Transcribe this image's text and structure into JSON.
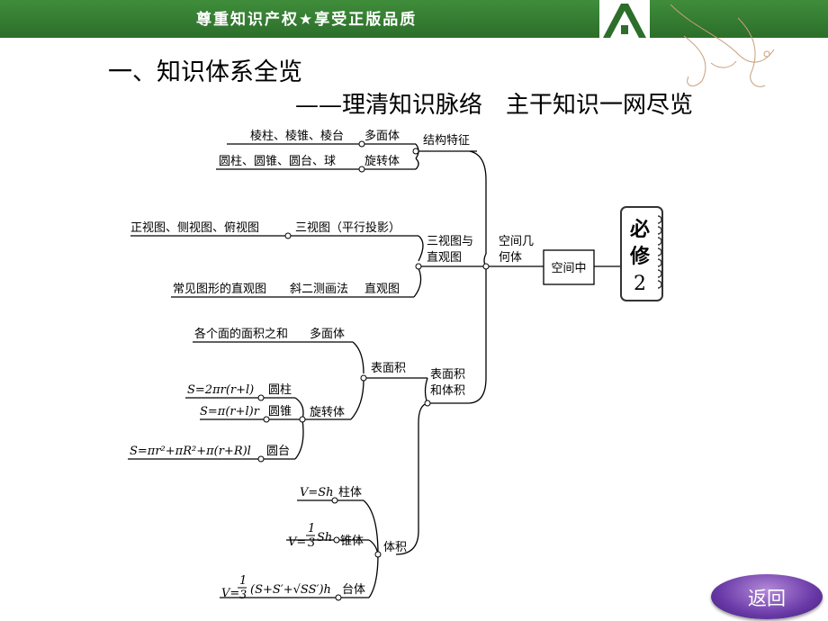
{
  "banner": {
    "text": "尊重知识产权★享受正版品质",
    "color": "#3a8a36"
  },
  "heading": "一、知识体系全览",
  "subheading": "——理清知识脉络　主干知识一网尽览",
  "book": {
    "chars": [
      "必",
      "修",
      "2"
    ]
  },
  "mindmap": {
    "root": "空间中",
    "geometry": {
      "label_l1": "空间几",
      "label_l2": "何体"
    },
    "structure": {
      "label": "结构特征",
      "polyhedra_label": "棱柱、棱锥、棱台",
      "polyhedra": "多面体",
      "rotational_label": "圆柱、圆锥、圆台、球",
      "rotational": "旋转体"
    },
    "views": {
      "label_l1": "三视图与",
      "label_l2": "直观图",
      "three_views_detail": "正视图、侧视图、俯视图",
      "three_views": "三视图（平行投影）",
      "intuitive_detail": "常见图形的直观图",
      "oblique": "斜二测画法",
      "intuitive": "直观图"
    },
    "area_volume": {
      "label_l1": "表面积",
      "label_l2": "和体积"
    },
    "surface": {
      "label": "表面积",
      "poly_detail": "各个面的面积之和",
      "poly": "多面体",
      "rot_label": "旋转体",
      "cylinder_formula": "S=2πr(r+l)",
      "cylinder": "圆柱",
      "cone_formula": "S=π(r+l)r",
      "cone": "圆锥",
      "frustum_formula": "S=πr²+πR²+π(r+R)l",
      "frustum": "圆台"
    },
    "volume": {
      "label": "体积",
      "prism_formula": "V=Sh",
      "prism": "柱体",
      "pyramid_formula_pre": "V=",
      "pyramid_frac_num": "1",
      "pyramid_frac_den": "3",
      "pyramid_formula_post": "Sh",
      "pyramid": "锥体",
      "frustum_formula_pre": "V=",
      "frustum_frac_num": "1",
      "frustum_frac_den": "3",
      "frustum_formula_post": "(S+S′+√SS′)h",
      "frustum": "台体"
    }
  },
  "back_button": "返回",
  "colors": {
    "accent": "#3a8a36",
    "button": "#6a3aa8",
    "book_border": "#333333"
  }
}
